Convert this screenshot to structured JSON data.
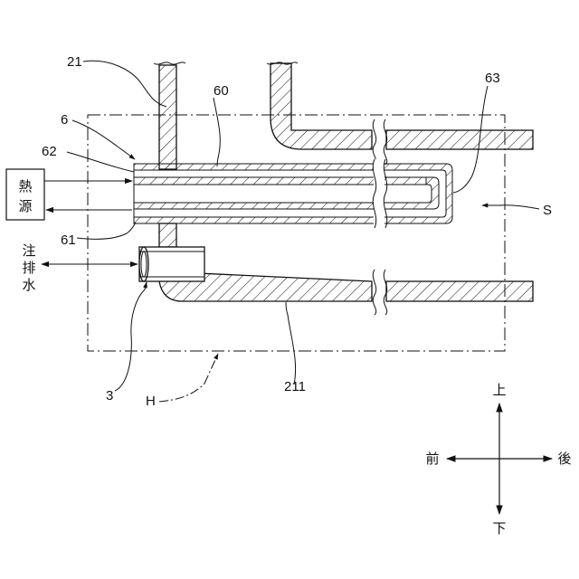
{
  "refs": {
    "wall_vertical": "21",
    "unit": "6",
    "pipe_top": "62",
    "pipe_bottom": "61",
    "pipe_cover": "60",
    "pipe_bend": "63",
    "space": "S",
    "fitting": "3",
    "region": "H",
    "wall_bottom": "211"
  },
  "heat_source": {
    "line1": "熱",
    "line2": "源"
  },
  "water_port": {
    "line1": "注",
    "line2": "排",
    "line3": "水"
  },
  "directions": {
    "up": "上",
    "down": "下",
    "front": "前",
    "back": "後"
  },
  "colors": {
    "line": "#111111",
    "background": "#ffffff"
  }
}
